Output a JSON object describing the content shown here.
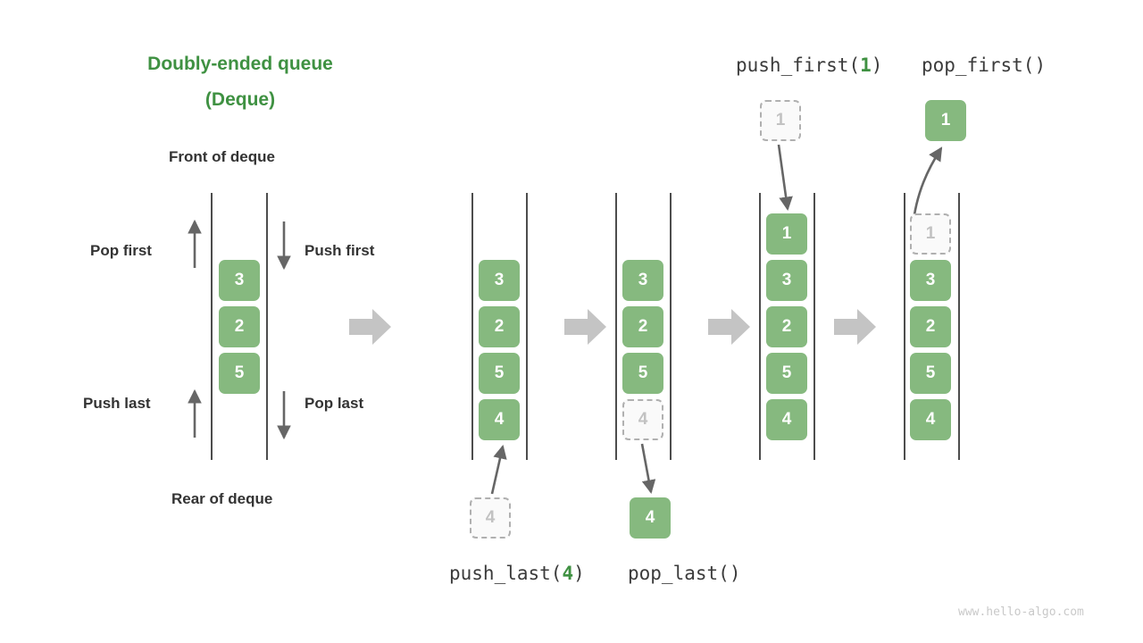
{
  "diagram": {
    "title_line1": "Doubly-ended queue",
    "title_line2": "(Deque)",
    "front_label": "Front of deque",
    "rear_label": "Rear of deque",
    "watermark": "www.hello-algo.com",
    "accent_green": "#3f9142",
    "box_green": "#86b97f",
    "ghost_gray": "#b0b0b0",
    "arrow_gray": "#c4c4c4",
    "rail_gray": "#4d4d4d"
  },
  "legend": {
    "pop_first": "Pop first",
    "push_first": "Push first",
    "push_last": "Push last",
    "pop_last": "Pop last"
  },
  "operations": {
    "push_last": {
      "name": "push_last",
      "open": "(",
      "arg": "4",
      "close": ")"
    },
    "pop_last": {
      "name": "pop_last",
      "open": "(",
      "arg": "",
      "close": ")"
    },
    "push_first": {
      "name": "push_first",
      "open": "(",
      "arg": "1",
      "close": ")"
    },
    "pop_first": {
      "name": "pop_first",
      "open": "(",
      "arg": "",
      "close": ")"
    }
  },
  "stages": [
    {
      "id": "initial",
      "items": [
        "3",
        "2",
        "5"
      ],
      "ghost_index": -1
    },
    {
      "id": "after-push-last",
      "items": [
        "3",
        "2",
        "5",
        "4"
      ],
      "ghost_index": -1
    },
    {
      "id": "before-pop-last",
      "items": [
        "3",
        "2",
        "5",
        "4"
      ],
      "ghost_index": 3
    },
    {
      "id": "after-push-first",
      "items": [
        "1",
        "3",
        "2",
        "5",
        "4"
      ],
      "ghost_index": -1
    },
    {
      "id": "before-pop-first",
      "items": [
        "1",
        "3",
        "2",
        "5",
        "4"
      ],
      "ghost_index": 0
    }
  ],
  "floating_boxes": {
    "push_last_source": "4",
    "pop_last_result": "4",
    "push_first_source": "1",
    "pop_first_result": "1"
  }
}
